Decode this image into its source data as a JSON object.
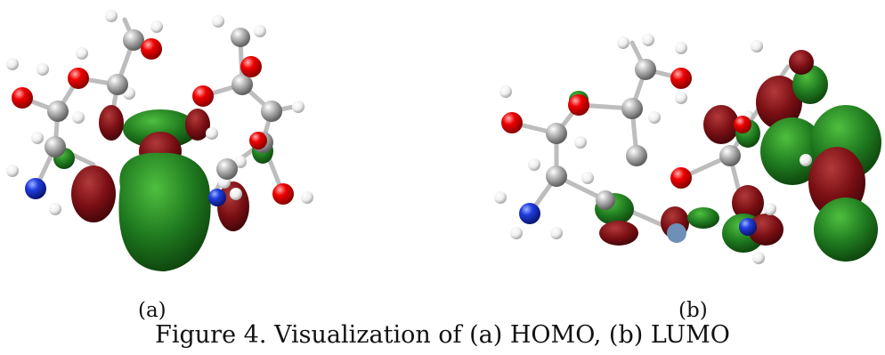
{
  "figure": {
    "panel_a_label": "(a)",
    "panel_b_label": "(b)",
    "caption": "Figure 4. Visualization of (a) HOMO, (b) LUMO"
  },
  "colors": {
    "background": "#ffffff",
    "orbital_positive": "#1f7a1f",
    "orbital_negative": "#7a0f14",
    "carbon": "#9a9a9a",
    "hydrogen": "#f2f2f2",
    "oxygen": "#e00000",
    "nitrogen": "#1a2fd6",
    "bond": "#bdbdbd"
  }
}
